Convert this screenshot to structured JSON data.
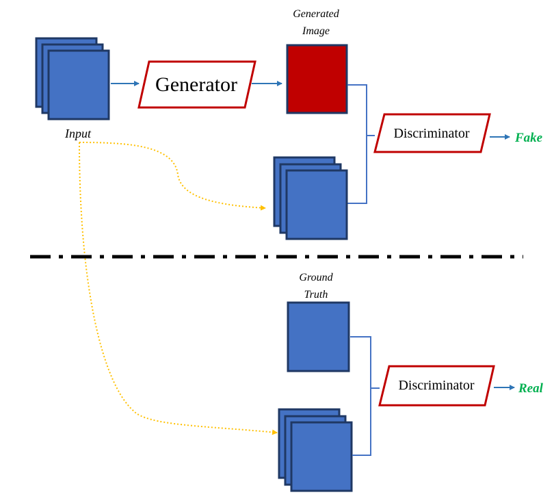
{
  "top": {
    "input_label": "Input",
    "generator_label": "Generator",
    "generated_label_line1": "Generated",
    "generated_label_line2": "Image",
    "discriminator_label": "Discriminator",
    "output_label": "Fake"
  },
  "bottom": {
    "ground_truth_line1": "Ground",
    "ground_truth_line2": "Truth",
    "discriminator_label": "Discriminator",
    "output_label": "Real"
  },
  "colors": {
    "square_fill": "#4472c4",
    "square_stroke": "#1f3864",
    "generated_fill": "#c00000",
    "box_stroke": "#c00000",
    "blue_line": "#4472c4",
    "arrow_blue": "#2e75b6",
    "dotted_yellow": "#ffc000",
    "output_green": "#00b050",
    "divider": "#000000"
  }
}
